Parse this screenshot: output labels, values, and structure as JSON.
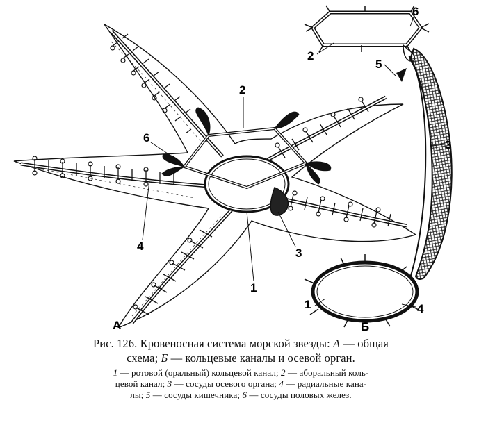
{
  "figure": {
    "panel_a_label": "А",
    "panel_b_label": "Б",
    "callouts_a": [
      "1",
      "2",
      "3",
      "4",
      "6"
    ],
    "callouts_b": [
      "1",
      "2",
      "3",
      "4",
      "5",
      "6"
    ]
  },
  "caption": {
    "prefix": "Рис. 126.",
    "title_line1": "Кровеносная система морской звезды: ",
    "a_letter": "А",
    "title_mid": " — общая",
    "title_line2a": "схема; ",
    "b_letter": "Б",
    "title_line2b": " — кольцевые  каналы и осевой орган."
  },
  "legend": {
    "n1": "1",
    "t1": " — ротовой (оральный) кольцевой канал; ",
    "n2": "2",
    "t2": " — аборальный коль-",
    "t2b": "цевой канал; ",
    "n3": "3",
    "t3": " — сосуды осевого органа; ",
    "n4": "4",
    "t4": " — радиальные  кана-",
    "t4b": "лы; ",
    "n5": "5",
    "t5": " — сосуды  кишечника; ",
    "n6": "6",
    "t6": " — сосуды  половых желез."
  }
}
